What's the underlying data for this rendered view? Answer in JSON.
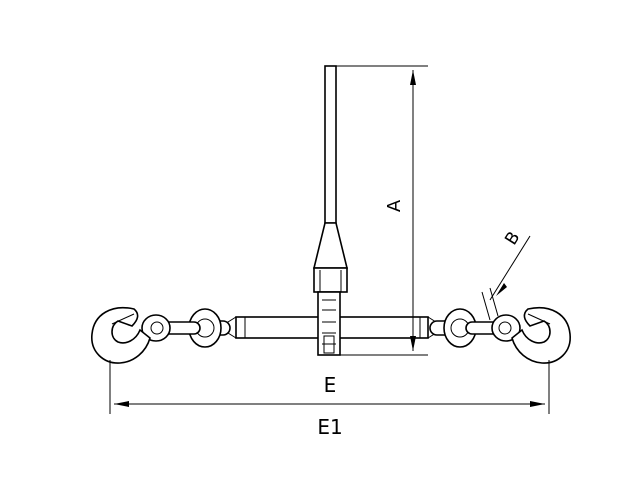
{
  "labels": {
    "a": "A",
    "b": "B",
    "e": "E",
    "e1": "E1"
  },
  "colors": {
    "line": "#000000",
    "background": "#ffffff"
  }
}
